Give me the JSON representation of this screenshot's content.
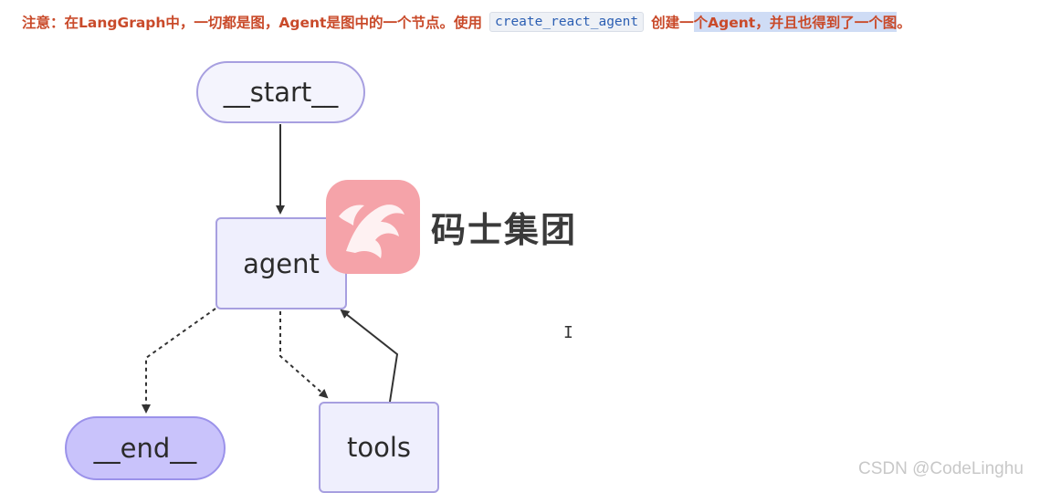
{
  "note": {
    "part1": "注意：在LangGraph中，一切都是图，Agent是图中的一个节点。使用",
    "code": "create_react_agent",
    "part2": "创建一",
    "part3_highlighted": "个Agent，并且也得到了一个图",
    "part4": "。"
  },
  "nodes": {
    "start": "__start__",
    "agent": "agent",
    "end": "__end__",
    "tools": "tools"
  },
  "edges": [
    {
      "from": "__start__",
      "to": "agent",
      "style": "solid"
    },
    {
      "from": "agent",
      "to": "__end__",
      "style": "dashed"
    },
    {
      "from": "agent",
      "to": "tools",
      "style": "dashed"
    },
    {
      "from": "tools",
      "to": "agent",
      "style": "solid"
    }
  ],
  "watermark": {
    "text": "码士集团"
  },
  "credit": "CSDN @CodeLinghu",
  "cursor_glyph": "I",
  "colors": {
    "note_text": "#c94a2a",
    "code_text": "#2c5fb3",
    "node_border": "#a79fe0",
    "node_fill": "#efeffd",
    "end_fill": "#c9c3fb",
    "watermark_logo": "#f5a3a9"
  }
}
